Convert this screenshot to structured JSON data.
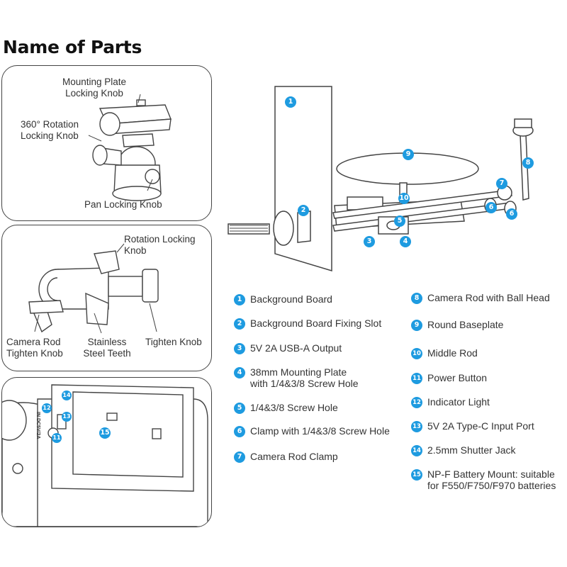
{
  "title": "Name of Parts",
  "panel1": {
    "mounting_plate_knob": "Mounting Plate\nLocking Knob",
    "rotation_knob": "360° Rotation\nLocking Knob",
    "pan_knob": "Pan Locking Knob"
  },
  "panel2": {
    "rotation_knob": "Rotation Locking\nKnob",
    "camera_rod_knob": "Camera Rod\nTighten Knob",
    "steel_teeth": "Stainless\nSteel Teeth",
    "tighten_knob": "Tighten Knob"
  },
  "panel3": {
    "port_label": "IN DC5V/2A"
  },
  "legend_left": [
    {
      "num": "1",
      "text": "Background Board"
    },
    {
      "num": "2",
      "text": "Background Board Fixing Slot"
    },
    {
      "num": "3",
      "text": "5V 2A USB-A Output"
    },
    {
      "num": "4",
      "text": "38mm Mounting Plate\nwith 1/4&3/8 Screw Hole"
    },
    {
      "num": "5",
      "text": "1/4&3/8 Screw Hole"
    },
    {
      "num": "6",
      "text": "Clamp with 1/4&3/8 Screw Hole"
    },
    {
      "num": "7",
      "text": "Camera Rod Clamp"
    }
  ],
  "legend_right": [
    {
      "num": "8",
      "text": "Camera Rod with Ball Head"
    },
    {
      "num": "9",
      "text": "Round Baseplate"
    },
    {
      "num": "10",
      "text": "Middle Rod"
    },
    {
      "num": "11",
      "text": "Power Button"
    },
    {
      "num": "12",
      "text": "Indicator Light"
    },
    {
      "num": "13",
      "text": "5V 2A Type-C Input Port"
    },
    {
      "num": "14",
      "text": "2.5mm Shutter Jack"
    },
    {
      "num": "15",
      "text": "NP-F Battery Mount: suitable\nfor F550/F750/F970 batteries"
    }
  ],
  "colors": {
    "badge": "#1e9be0",
    "line": "#444444"
  }
}
